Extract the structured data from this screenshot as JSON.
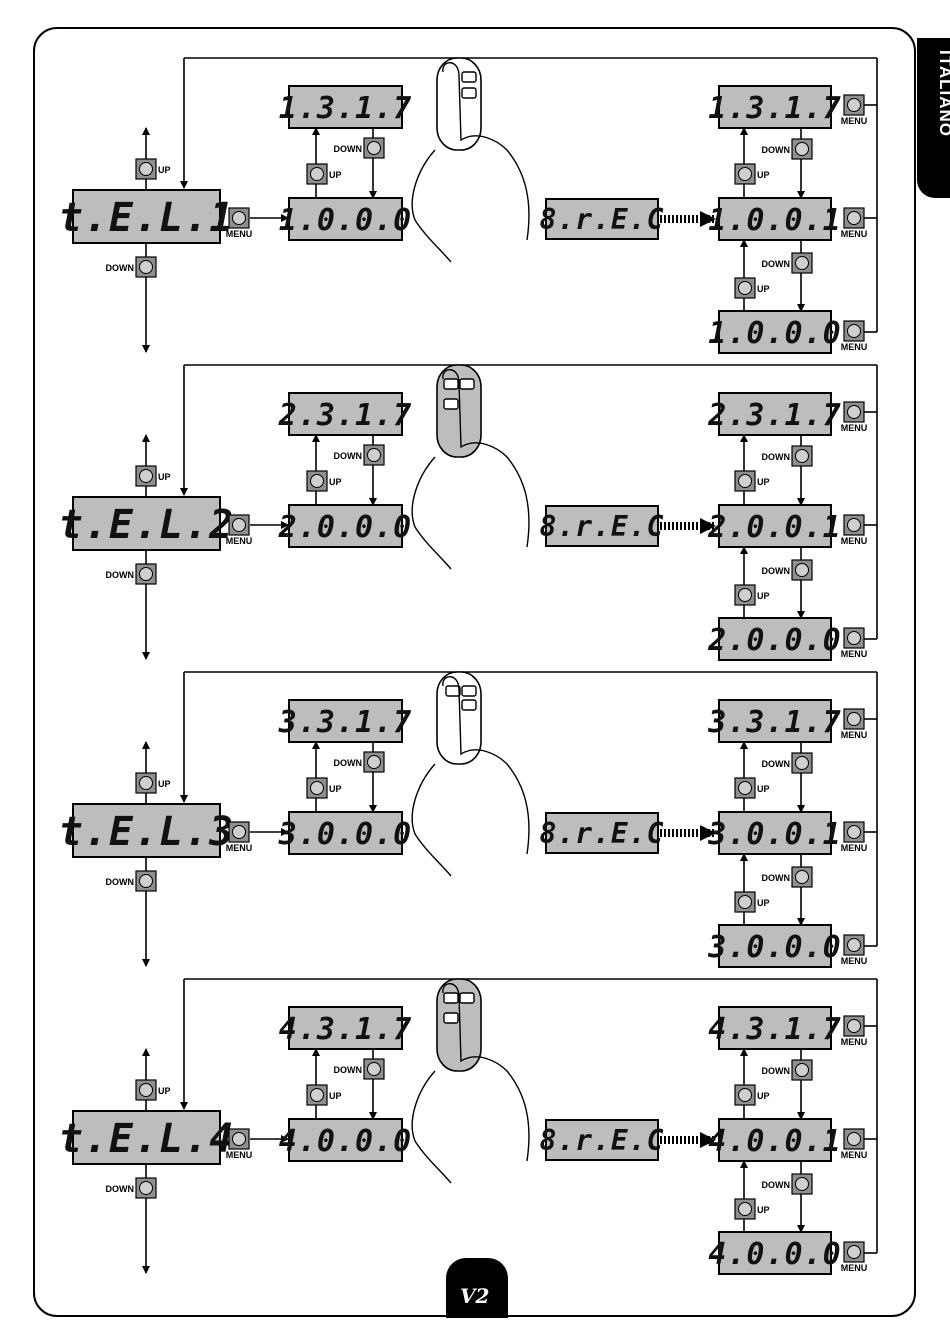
{
  "sidebar_tab": "ITALIANO",
  "logo_text": "V2",
  "button_labels": {
    "up": "UP",
    "down": "DOWN",
    "menu": "MENU"
  },
  "rec_display": "8.r.E.C",
  "sections": [
    {
      "main": "t.E.L.1",
      "sub_top": "1.3.1.7",
      "sub_bottom": "1.0.0.0",
      "right_top": "1.3.1.7",
      "right_mid": "1.0.0.1",
      "right_bottom": "1.0.0.0"
    },
    {
      "main": "t.E.L.2",
      "sub_top": "2.3.1.7",
      "sub_bottom": "2.0.0.0",
      "right_top": "2.3.1.7",
      "right_mid": "2.0.0.1",
      "right_bottom": "2.0.0.0"
    },
    {
      "main": "t.E.L.3",
      "sub_top": "3.3.1.7",
      "sub_bottom": "3.0.0.0",
      "right_top": "3.3.1.7",
      "right_mid": "3.0.0.1",
      "right_bottom": "3.0.0.0"
    },
    {
      "main": "t.E.L.4",
      "sub_top": "4.3.1.7",
      "sub_bottom": "4.0.0.0",
      "right_top": "4.3.1.7",
      "right_mid": "4.0.0.1",
      "right_bottom": "4.0.0.0"
    }
  ]
}
